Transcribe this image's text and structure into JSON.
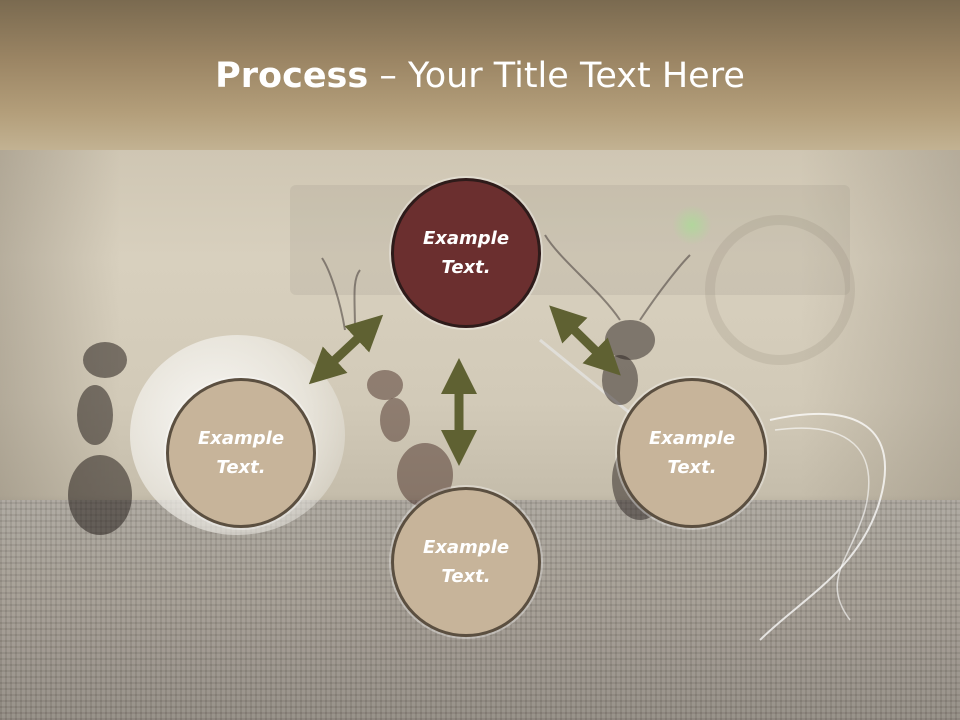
{
  "title": {
    "bold": "Process",
    "rest": " – Your Title Text Here"
  },
  "nodes": {
    "top": {
      "line1": "Example",
      "line2": "Text."
    },
    "left": {
      "line1": "Example",
      "line2": "Text."
    },
    "right": {
      "line1": "Example",
      "line2": "Text."
    },
    "bottom": {
      "line1": "Example",
      "line2": "Text."
    }
  },
  "colors": {
    "accent_node": "#6b2f2f",
    "node_fill": "#c7b49a",
    "arrow": "#5f6132",
    "title_text": "#ffffff"
  }
}
